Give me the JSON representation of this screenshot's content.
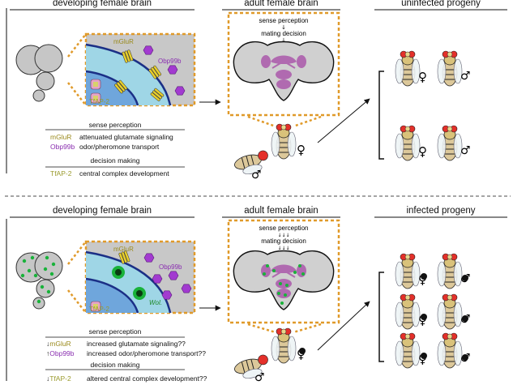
{
  "top": {
    "left_title": "developing female brain",
    "mid_title": "adult female brain",
    "right_title": "uninfected progeny",
    "brain_caption": [
      "sense perception",
      "mating decision"
    ],
    "cell_labels": {
      "mglur": "mGluR",
      "obp": "Obp99b",
      "tfap": "TfAP-2"
    },
    "table": {
      "h1": "sense perception",
      "rows1": [
        {
          "gene": "mGluR",
          "desc": "attenuated glutamate signaling"
        },
        {
          "gene": "Obp99b",
          "desc": "odor/pheromone transport"
        }
      ],
      "h2": "decision making",
      "rows2": [
        {
          "gene": "TfAP-2",
          "desc": "central complex development"
        }
      ]
    }
  },
  "bottom": {
    "left_title": "developing female brain",
    "mid_title": "adult female brain",
    "right_title": "infected progeny",
    "brain_caption": [
      "sense perception",
      "mating decision"
    ],
    "cell_labels": {
      "mglur": "mGluR",
      "obp": "Obp99b",
      "tfap": "TfAP-2",
      "wol": "Wol."
    },
    "table": {
      "h1": "sense perception",
      "rows1": [
        {
          "gene": "mGluR",
          "desc": "increased glutamate signaling??"
        },
        {
          "gene": "Obp99b",
          "desc": "increased odor/pheromone transport??"
        }
      ],
      "h2": "decision making",
      "rows2": [
        {
          "gene": "TfAP-2",
          "desc": "altered central complex development??"
        }
      ]
    }
  },
  "symbols": {
    "female": "♀",
    "male": "♂"
  },
  "arrows": {
    "down": "↓",
    "up": "↑",
    "triple": "↓↓↓"
  },
  "colors": {
    "outer_cell": "#9fd6e6",
    "inner_cell": "#6fa6dc",
    "membrane": "#1b2f86",
    "dashed_box": "#e09a2a",
    "gray_panel": "#c8c8c8",
    "obp_purple": "#a23ad0",
    "mglur_yellow": "#e8cf2c",
    "tfap_pink": "#e4a4c8",
    "wolbachia": "#19b23a",
    "brain_purple": "#b06ab0",
    "fly_red": "#e4302a"
  }
}
